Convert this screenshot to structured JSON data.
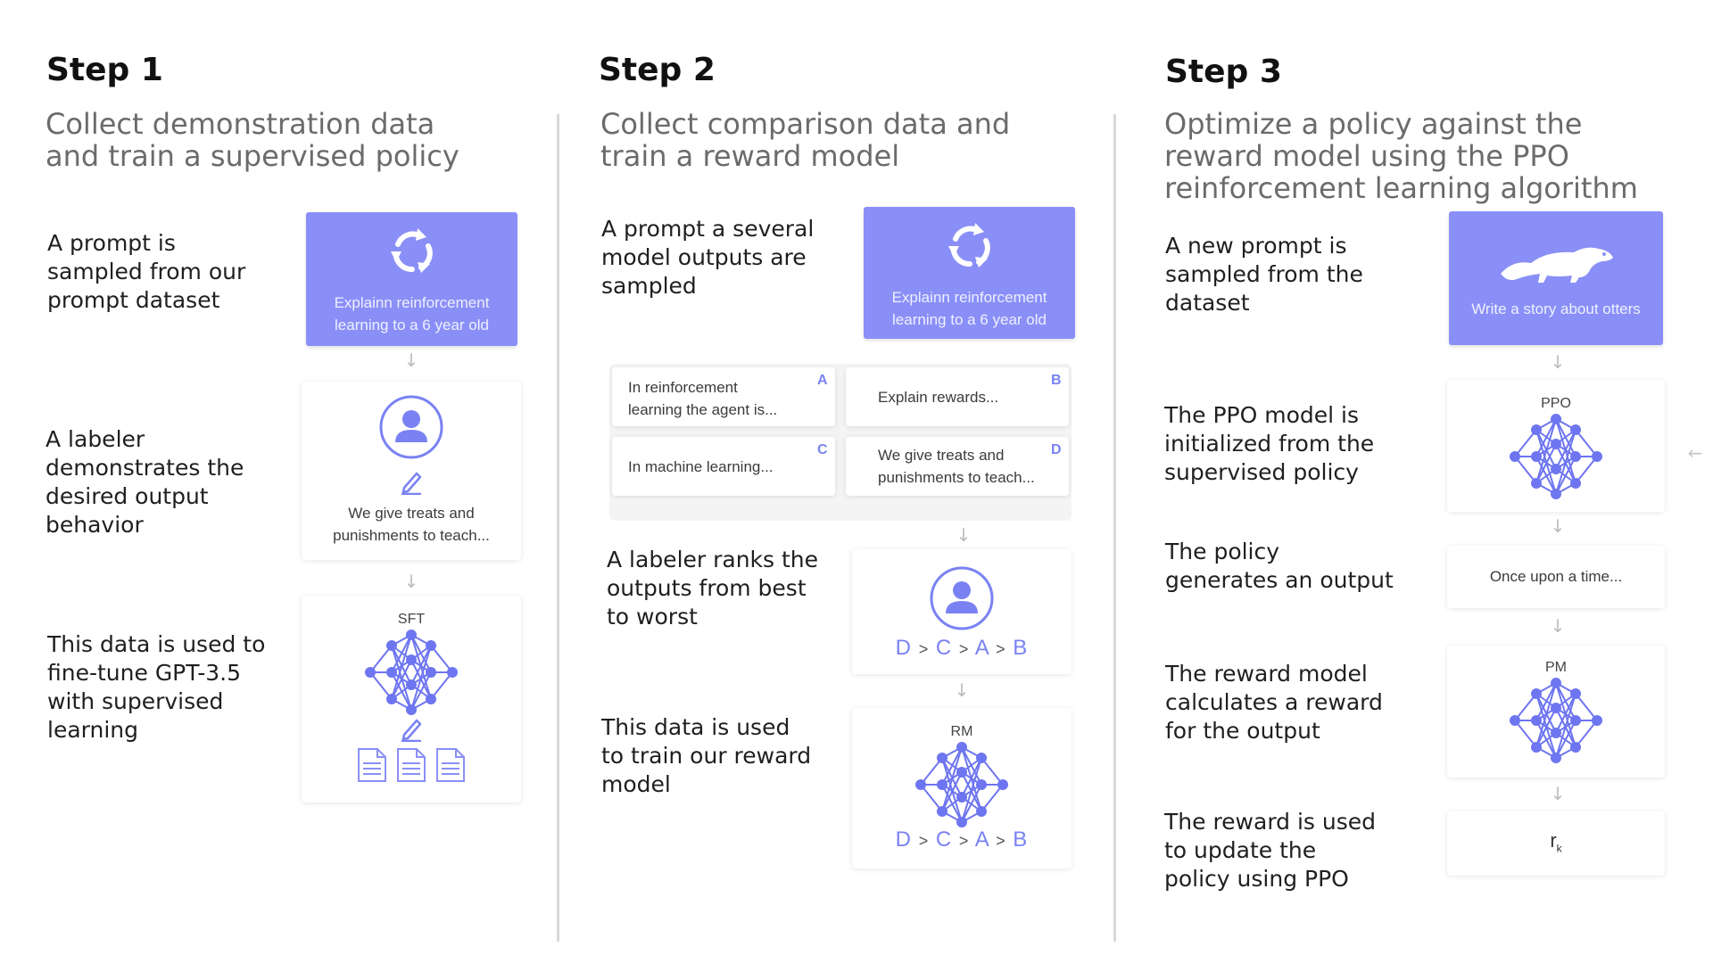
{
  "steps": [
    {
      "title": "Step 1",
      "subtitle_lines": [
        "Collect demonstration data",
        "and train a supervised policy"
      ],
      "rows": [
        {
          "lines": [
            "A prompt is",
            "sampled from our",
            "prompt dataset"
          ]
        },
        {
          "lines": [
            "A labeler",
            "demonstrates the",
            "desired output",
            "behavior"
          ]
        },
        {
          "lines": [
            "This data is used to",
            "fine-tune GPT-3.5",
            "with supervised",
            "learning"
          ]
        }
      ],
      "prompt_lines": [
        "Explainn reinforcement",
        "learning to a 6 year old"
      ],
      "demo_lines": [
        "We give treats and",
        "punishments to teach..."
      ],
      "model_label": "SFT"
    },
    {
      "title": "Step 2",
      "subtitle_lines": [
        "Collect comparison data and",
        "train a reward model"
      ],
      "rows": [
        {
          "lines": [
            "A prompt a several",
            "model outputs are",
            "sampled"
          ]
        },
        {
          "lines": [
            "A labeler ranks the",
            "outputs from best",
            "to worst"
          ]
        },
        {
          "lines": [
            "This data is used",
            "to train our reward",
            "model"
          ]
        }
      ],
      "prompt_lines": [
        "Explainn reinforcement",
        "learning to a 6 year old"
      ],
      "outputs": [
        {
          "letter": "A",
          "lines": [
            "In reinforcement",
            "learning the agent is..."
          ]
        },
        {
          "letter": "B",
          "lines": [
            "Explain rewards..."
          ]
        },
        {
          "letter": "C",
          "lines": [
            "In machine learning..."
          ]
        },
        {
          "letter": "D",
          "lines": [
            "We give treats and",
            "punishments to teach..."
          ]
        }
      ],
      "ranking": [
        "D",
        ">",
        "C",
        ">",
        "A",
        ">",
        "B"
      ],
      "model_label": "RM"
    },
    {
      "title": "Step 3",
      "subtitle_lines": [
        "Optimize a policy against the",
        "reward model using the PPO",
        "reinforcement learning algorithm"
      ],
      "rows": [
        {
          "lines": [
            "A new prompt is",
            "sampled from the",
            "dataset"
          ]
        },
        {
          "lines": [
            "The PPO model is",
            "initialized from the",
            "supervised policy"
          ]
        },
        {
          "lines": [
            "The policy",
            "generates an output"
          ]
        },
        {
          "lines": [
            "The reward model",
            "calculates a reward",
            "for the output"
          ]
        },
        {
          "lines": [
            "The reward is used",
            "to update the",
            "policy using PPO"
          ]
        }
      ],
      "prompt_text": "Write a story about otters",
      "policy_label": "PPO",
      "output_text": "Once upon a time...",
      "rm_label": "PM",
      "reward_symbol": "r",
      "reward_subscript": "k"
    }
  ],
  "colors": {
    "accent": "#8a8ff7",
    "accent_dark": "#6e75f0",
    "divider": "#d8d8d8"
  },
  "icons": [
    "refresh-icon",
    "user-icon",
    "pencil-icon",
    "neural-network-icon",
    "document-icon",
    "otter-icon",
    "arrow-down-icon",
    "arrow-left-icon"
  ]
}
